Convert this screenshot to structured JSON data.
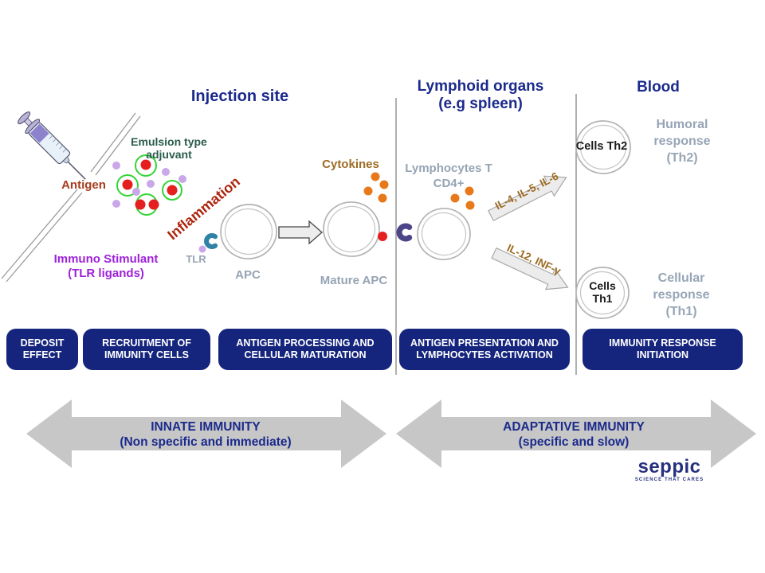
{
  "sections": {
    "injection_site": {
      "title": "Injection site"
    },
    "lymphoid_organs": {
      "title": "Lymphoid organs\n(e.g spleen)"
    },
    "blood": {
      "title": "Blood"
    }
  },
  "injection": {
    "antigen_label": "Antigen",
    "emulsion_label": "Emulsion type\nadjuvant",
    "immuno_stimulant_label": "Immuno Stimulant\n(TLR ligands)",
    "inflammation_label": "Inflammation",
    "tlr_label": "TLR",
    "apc_label": "APC",
    "cytokines_label": "Cytokines",
    "mature_apc_label": "Mature APC"
  },
  "lymphoid": {
    "lymphocytes_label": "Lymphocytes T\nCD4+",
    "th2_pathway_label": "IL-4, IL-5, IL-6",
    "th1_pathway_label": "IL-12, INF-γ"
  },
  "blood": {
    "cells_th2_label": "Cells Th2",
    "cells_th1_label": "Cells\nTh1",
    "humoral_response_label": "Humoral\nresponse\n(Th2)",
    "cellular_response_label": "Cellular\nresponse\n(Th1)"
  },
  "process_boxes": [
    {
      "label": "DEPOSIT\nEFFECT"
    },
    {
      "label": "RECRUITMENT OF\nIMMUNITY CELLS"
    },
    {
      "label": "ANTIGEN PROCESSING AND\nCELLULAR MATURATION"
    },
    {
      "label": "ANTIGEN PRESENTATION AND\nLYMPHOCYTES ACTIVATION"
    },
    {
      "label": "IMMUNITY RESPONSE\nINITIATION"
    }
  ],
  "timeline": {
    "innate_label": "INNATE IMMUNITY\n(Non specific and immediate)",
    "adaptative_label": "ADAPTATIVE IMMUNITY\n(specific and slow)"
  },
  "logo": {
    "wordmark": "seppic",
    "tagline": "SCIENCE THAT CARES"
  },
  "colors": {
    "navy_title": "#1b2a8c",
    "process_box_bg": "#15257d",
    "process_box_text": "#ffffff",
    "timeline_arrow_gray": "#c7c7c7",
    "gray_label": "#95a4b4",
    "brown_label": "#9c6c23",
    "inflammation_red": "#ad250e",
    "antigen_text": "#a63c1e",
    "emulsion_text": "#2a5c4c",
    "immuno_text": "#9e21da",
    "emulsion_ring_green": "#35d435",
    "antigen_dot_red": "#e51f1f",
    "stimulant_dot_purple": "#c9a7e8",
    "cytokine_dot_orange": "#e8791b",
    "tlr_receptor_teal": "#2e82a6",
    "tcr_receptor_indigo": "#4b4489",
    "logo_blue": "#26307f"
  }
}
